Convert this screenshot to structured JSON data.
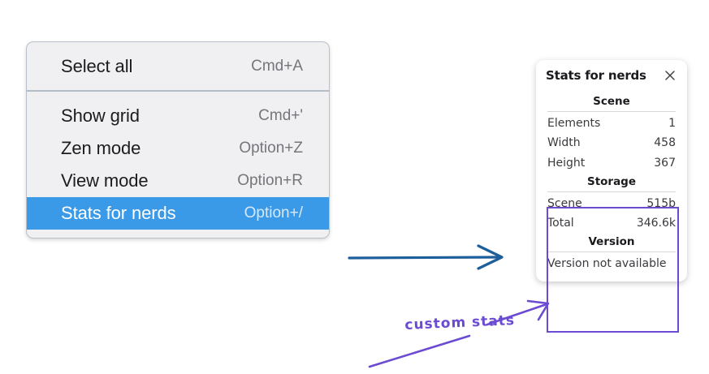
{
  "colors": {
    "menu_bg": "#f0f0f2",
    "menu_border": "#b9c0c9",
    "menu_separator": "#b4bcc6",
    "menu_highlight": "#3b9ae8",
    "menu_label": "#1c1c1e",
    "menu_shortcut": "#75757b",
    "menu_shortcut_selected": "#d5e9fb",
    "panel_bg": "#ffffff",
    "panel_text": "#3a3a3e",
    "panel_heading": "#1b1b1f",
    "panel_rule": "#d8d8dc",
    "annotation_purple": "#6a4bd1",
    "arrow_blue": "#1c5f9b"
  },
  "context_menu": {
    "groups": [
      {
        "items": [
          {
            "label": "Select all",
            "shortcut": "Cmd+A",
            "selected": false
          }
        ]
      },
      {
        "items": [
          {
            "label": "Show grid",
            "shortcut": "Cmd+'",
            "selected": false
          },
          {
            "label": "Zen mode",
            "shortcut": "Option+Z",
            "selected": false
          },
          {
            "label": "View mode",
            "shortcut": "Option+R",
            "selected": false
          },
          {
            "label": "Stats for nerds",
            "shortcut": "Option+/",
            "selected": true
          }
        ]
      }
    ]
  },
  "stats_panel": {
    "title": "Stats for nerds",
    "close_icon": "close-icon",
    "sections": [
      {
        "name": "scene",
        "title": "Scene",
        "rows": [
          {
            "label": "Elements",
            "value": "1"
          },
          {
            "label": "Width",
            "value": "458"
          },
          {
            "label": "Height",
            "value": "367"
          }
        ]
      },
      {
        "name": "storage",
        "title": "Storage",
        "rows": [
          {
            "label": "Scene",
            "value": "515b"
          },
          {
            "label": "Total",
            "value": "346.6k"
          }
        ]
      },
      {
        "name": "version",
        "title": "Version",
        "text": "Version not available"
      }
    ]
  },
  "annotations": {
    "label": "custom stats",
    "blue_arrow_name": "flow-arrow",
    "purple_arrow_name": "callout-arrow",
    "purple_line_name": "callout-line"
  }
}
